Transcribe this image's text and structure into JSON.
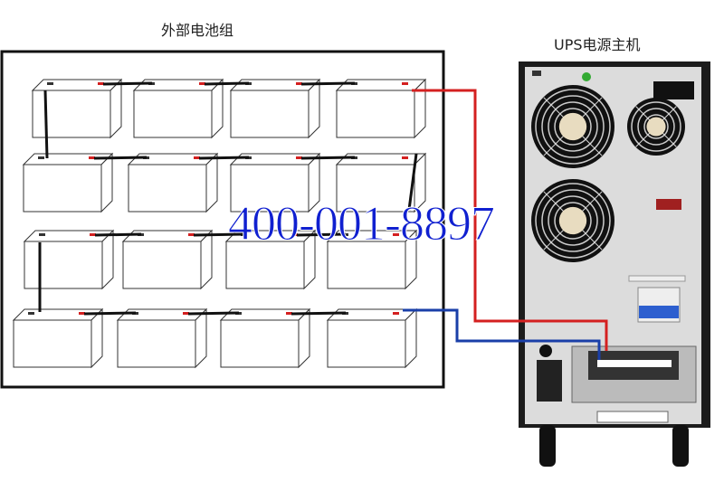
{
  "battery_bank": {
    "title": "外部电池组",
    "rows": 4,
    "columns": 4
  },
  "ups": {
    "title": "UPS电源主机"
  },
  "watermark": "400-001-8897",
  "colors": {
    "positive_wire": "#d42020",
    "negative_wire": "#1a3fa8",
    "watermark": "#1020d0",
    "ups_body": "#1c1c1c",
    "ups_panel": "#d8d8d8"
  },
  "icons": [
    "battery-icon",
    "fan-icon",
    "breaker-icon",
    "terminal-block-icon",
    "wheel-icon"
  ]
}
